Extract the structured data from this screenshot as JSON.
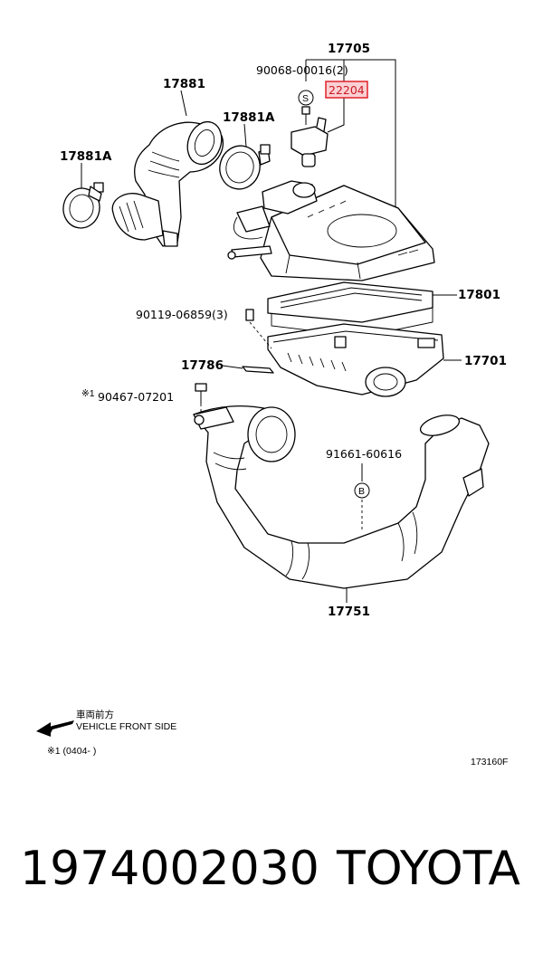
{
  "diagram": {
    "labels": {
      "l17705": "17705",
      "l90068": "90068-00016(2)",
      "l22204": "22204",
      "l17881": "17881",
      "l17881A_top": "17881A",
      "l17881A_left": "17881A",
      "l17801": "17801",
      "l90119": "90119-06859(3)",
      "l17786": "17786",
      "l17701": "17701",
      "l90467": "90467-07201",
      "l91661": "91661-60616",
      "l17751": "17751",
      "mark_s": "S",
      "mark_b": "B",
      "ref1": "※1"
    },
    "highlight_color": "#e0202a",
    "legend": {
      "arrow_jp": "車両前方",
      "arrow_en": "VEHICLE FRONT SIDE",
      "note": "※1 (0404-    )",
      "code": "173160F"
    }
  },
  "footer": {
    "part_number": "1974002030",
    "brand": "TOYOTA"
  }
}
